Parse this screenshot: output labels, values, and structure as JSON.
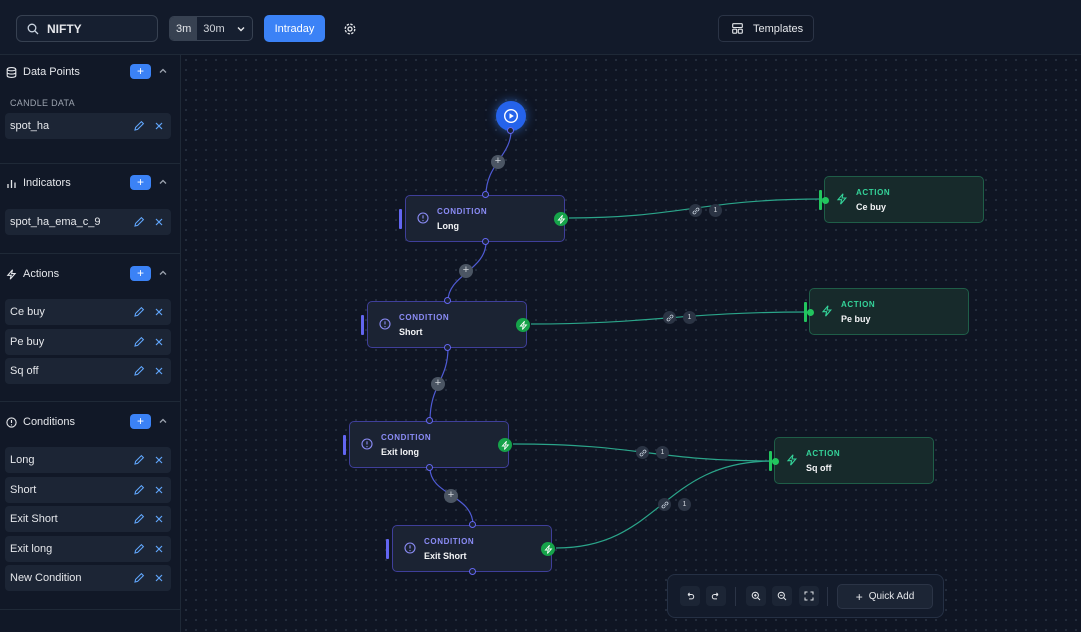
{
  "topbar": {
    "search_value": "NIFTY",
    "timeframe_active": "3m",
    "timeframe_selected": "30m",
    "intraday_label": "Intraday",
    "templates_label": "Templates"
  },
  "sidebar": {
    "data_points": {
      "title": "Data Points",
      "subheading": "CANDLE DATA",
      "items": [
        "spot_ha"
      ]
    },
    "indicators": {
      "title": "Indicators",
      "items": [
        "spot_ha_ema_c_9"
      ]
    },
    "actions": {
      "title": "Actions",
      "items": [
        "Ce buy",
        "Pe buy",
        "Sq off"
      ]
    },
    "conditions": {
      "title": "Conditions",
      "items": [
        "Long",
        "Short",
        "Exit Short",
        "Exit long",
        "New Condition"
      ]
    },
    "add_glyph": "+"
  },
  "canvas": {
    "condition_kind": "CONDITION",
    "action_kind": "ACTION",
    "conditions": [
      "Long",
      "Short",
      "Exit long",
      "Exit Short"
    ],
    "actions": [
      "Ce buy",
      "Pe buy",
      "Sq off"
    ],
    "edge_count_label": "1",
    "plus_glyph": "+"
  },
  "toolbar": {
    "quick_add_label": "Quick Add",
    "quick_add_glyph": "+"
  },
  "colors": {
    "accent": "#3b82f6",
    "condition_border": "#3f3f9a",
    "action_accent": "#22c55e"
  }
}
